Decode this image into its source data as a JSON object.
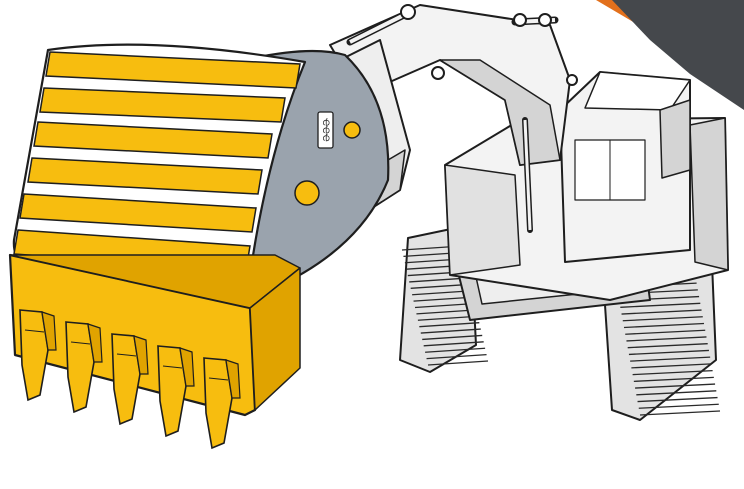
{
  "illustration": {
    "subject": "excavator-with-oversized-bucket",
    "colors": {
      "bucket_yellow": "#f7bd0f",
      "bucket_shadow": "#e0a300",
      "bucket_highlight": "#ffffff",
      "side_plate": "#9aa3ad",
      "machine_white": "#f3f3f3",
      "machine_shadow": "#d4d4d4",
      "outline": "#1e1e1e",
      "corner_gray": "#45484c",
      "corner_orange": "#e2701c"
    },
    "bucket_tooth_count": 5,
    "bucket_side_marking": "ҼҼҼ"
  }
}
